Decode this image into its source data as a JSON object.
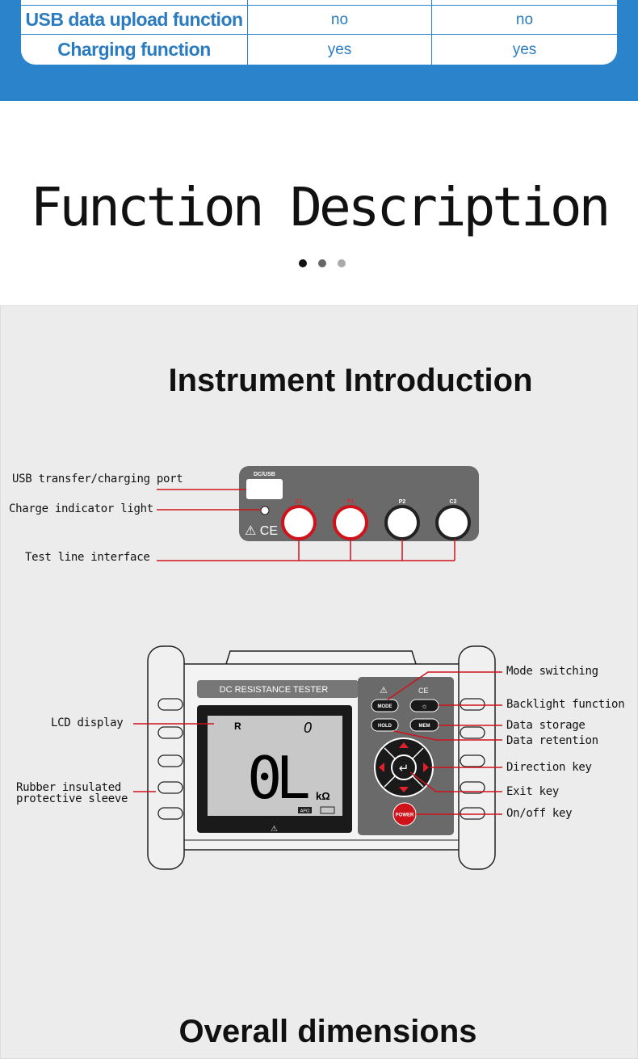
{
  "table": {
    "rows": [
      {
        "label": "USB data upload function",
        "col1": "no",
        "col2": "no"
      },
      {
        "label": "Charging function",
        "col1": "yes",
        "col2": "yes"
      }
    ]
  },
  "section_title": "Function Description",
  "intro_title": "Instrument Introduction",
  "panel": {
    "port_label": "DC/USB",
    "c1": "C1",
    "p1": "P1",
    "p2": "P2",
    "c2": "C2"
  },
  "top_labels": {
    "usb": "USB transfer/charging port",
    "charge": "Charge indicator light",
    "test": "Test line interface"
  },
  "device": {
    "name": "DC RESISTANCE TESTER",
    "lcd_mode": "R",
    "lcd_small": "0",
    "lcd_main": "0L",
    "lcd_unit": "kΩ",
    "apo": "APO",
    "mode": "MODE",
    "hold": "HOLD",
    "mem": "MEM",
    "power": "POWER"
  },
  "labels": {
    "lcd": "LCD display",
    "rubber": "Rubber insulated\nprotective sleeve",
    "mode": "Mode switching",
    "backlight": "Backlight function",
    "storage": "Data storage",
    "retention": "Data retention",
    "direction": "Direction key",
    "exit": "Exit key",
    "onoff": "On/off key"
  },
  "dims_title": "Overall dimensions",
  "colors": {
    "blue": "#2b83cc",
    "red": "#d0121b"
  }
}
